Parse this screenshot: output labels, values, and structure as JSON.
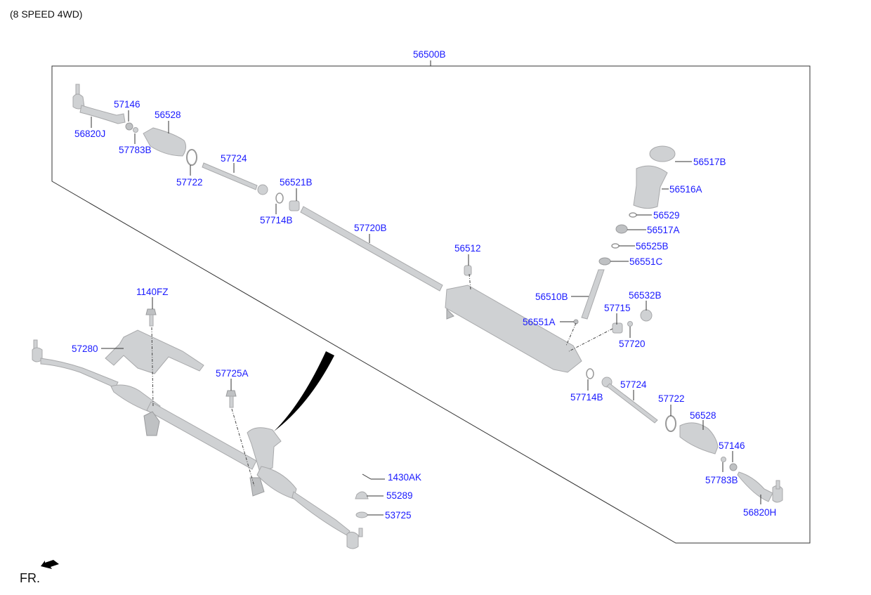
{
  "diagram": {
    "subtitle": "(8 SPEED 4WD)",
    "assembly_label": "56500B",
    "front_indicator": "FR.",
    "colors": {
      "label": "#1a1aff",
      "part_fill": "#cfd1d3",
      "frame_line": "#333333"
    },
    "callouts": [
      {
        "id": "56820J-left",
        "text": "56820J"
      },
      {
        "id": "57146-left",
        "text": "57146"
      },
      {
        "id": "56528-left",
        "text": "56528"
      },
      {
        "id": "57783B-left",
        "text": "57783B"
      },
      {
        "id": "57722-left",
        "text": "57722"
      },
      {
        "id": "57724-left",
        "text": "57724"
      },
      {
        "id": "56521B",
        "text": "56521B"
      },
      {
        "id": "57714B-left",
        "text": "57714B"
      },
      {
        "id": "57720B",
        "text": "57720B"
      },
      {
        "id": "56512",
        "text": "56512"
      },
      {
        "id": "56517B",
        "text": "56517B"
      },
      {
        "id": "56516A",
        "text": "56516A"
      },
      {
        "id": "56529",
        "text": "56529"
      },
      {
        "id": "56517A",
        "text": "56517A"
      },
      {
        "id": "56525B",
        "text": "56525B"
      },
      {
        "id": "56551C",
        "text": "56551C"
      },
      {
        "id": "56510B",
        "text": "56510B"
      },
      {
        "id": "56532B",
        "text": "56532B"
      },
      {
        "id": "57715",
        "text": "57715"
      },
      {
        "id": "56551A",
        "text": "56551A"
      },
      {
        "id": "57720",
        "text": "57720"
      },
      {
        "id": "57714B-right",
        "text": "57714B"
      },
      {
        "id": "57724-right",
        "text": "57724"
      },
      {
        "id": "57722-right",
        "text": "57722"
      },
      {
        "id": "56528-right",
        "text": "56528"
      },
      {
        "id": "57146-right",
        "text": "57146"
      },
      {
        "id": "57783B-right",
        "text": "57783B"
      },
      {
        "id": "56820H",
        "text": "56820H"
      },
      {
        "id": "1140FZ",
        "text": "1140FZ"
      },
      {
        "id": "57280",
        "text": "57280"
      },
      {
        "id": "57725A",
        "text": "57725A"
      },
      {
        "id": "1430AK",
        "text": "1430AK"
      },
      {
        "id": "55289",
        "text": "55289"
      },
      {
        "id": "53725",
        "text": "53725"
      }
    ]
  }
}
